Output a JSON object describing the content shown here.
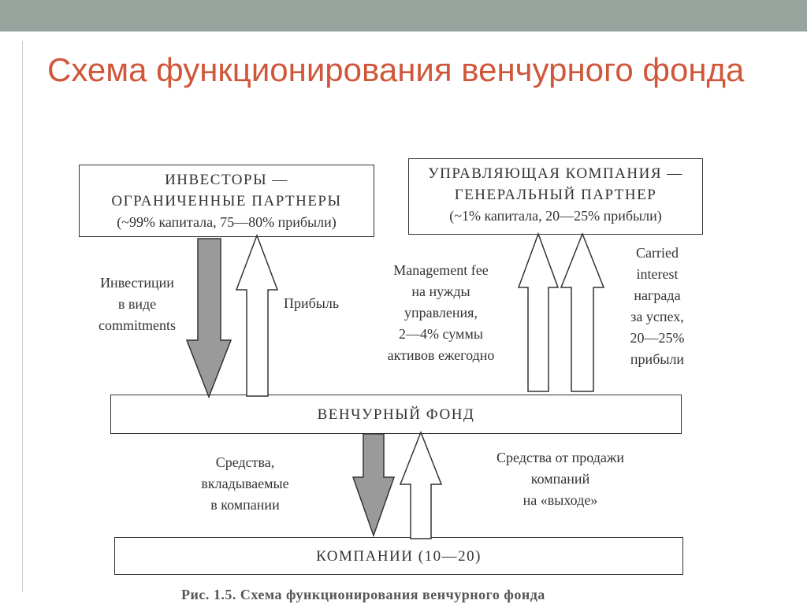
{
  "slide": {
    "title": "Схема функционирования венчурного фонда"
  },
  "diagram": {
    "investors_box": {
      "line1": "ИНВЕСТОРЫ —",
      "line2": "ОГРАНИЧЕННЫЕ ПАРТНЕРЫ",
      "line3": "(~99% капитала, 75—80% прибыли)"
    },
    "management_box": {
      "line1": "УПРАВЛЯЮЩАЯ КОМПАНИЯ —",
      "line2": "ГЕНЕРАЛЬНЫЙ ПАРТНЕР",
      "line3": "(~1% капитала, 20—25% прибыли)"
    },
    "fund_box": {
      "label": "ВЕНЧУРНЫЙ ФОНД"
    },
    "companies_box": {
      "label": "КОМПАНИИ (10—20)"
    },
    "labels": {
      "investments": [
        "Инвестиции",
        "в виде",
        "commitments"
      ],
      "profit": "Прибыль",
      "management_fee": [
        "Management fee",
        "на нужды",
        "управления,",
        "2—4% суммы",
        "активов ежегодно"
      ],
      "carried_interest": [
        "Carried",
        "interest",
        "награда",
        "за успех,",
        "20—25%",
        "прибыли"
      ],
      "funds_invested": [
        "Средства,",
        "вкладываемые",
        "в компании"
      ],
      "exit_proceeds": [
        "Средства от продажи",
        "компаний",
        "на «выходе»"
      ]
    },
    "caption": "Рис. 1.5. Схема функционирования венчурного фонда"
  }
}
